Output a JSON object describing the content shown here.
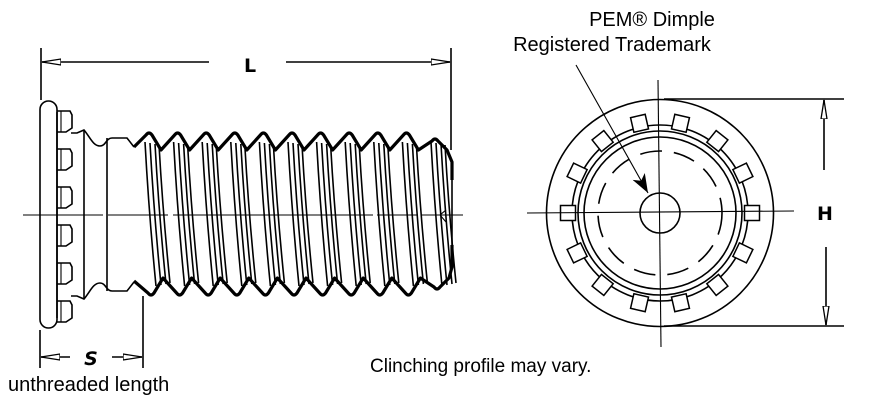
{
  "figure": {
    "subject": "Self-clinching stud, side view and end view",
    "dimensions": {
      "length_label": "L",
      "unthreaded_label": "S",
      "head_diameter_label": "H"
    },
    "annotations": {
      "trademark_line1": "PEM® Dimple",
      "trademark_line2": "Registered Trademark",
      "unthreaded_caption": "unthreaded length",
      "profile_note": "Clinching profile may vary."
    },
    "side_view": {
      "thread_crest_count": 11,
      "clinch_tooth_count": 6
    },
    "end_view": {
      "clinch_tooth_count": 14
    },
    "colors": {
      "line": "#000000",
      "background": "#ffffff"
    }
  }
}
